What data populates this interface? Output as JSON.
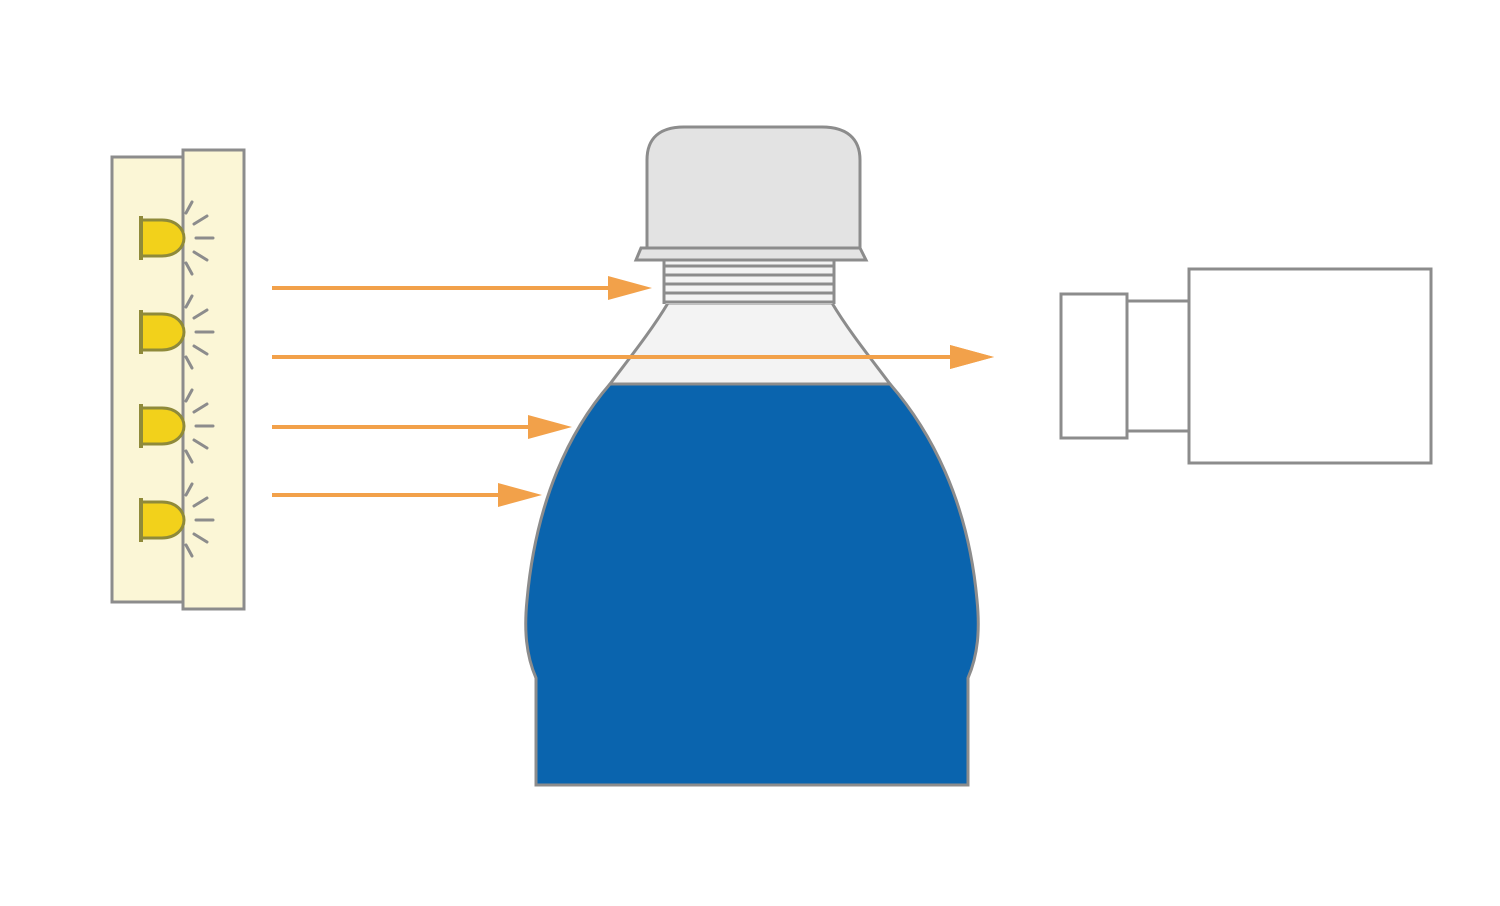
{
  "colors": {
    "background": "#ffffff",
    "outline": "#8c8c8c",
    "light_panel_fill": "#fbf6d6",
    "led_fill": "#f2d11b",
    "led_outline": "#8f8a3a",
    "ray_color": "#f2a14a",
    "liquid": "#0a64ae",
    "cap_fill": "#e3e3e3",
    "glass_fill": "#f3f3f3",
    "camera_fill": "#ffffff"
  },
  "components": {
    "light_source": {
      "icon": "led-light-bar-icon",
      "led_count": 4
    },
    "bottle": {
      "icon": "bottle-icon",
      "cap": "bottle-cap-icon"
    },
    "camera": {
      "icon": "camera-icon"
    },
    "rays": {
      "count": 4,
      "passing_ray_index": 1
    }
  }
}
